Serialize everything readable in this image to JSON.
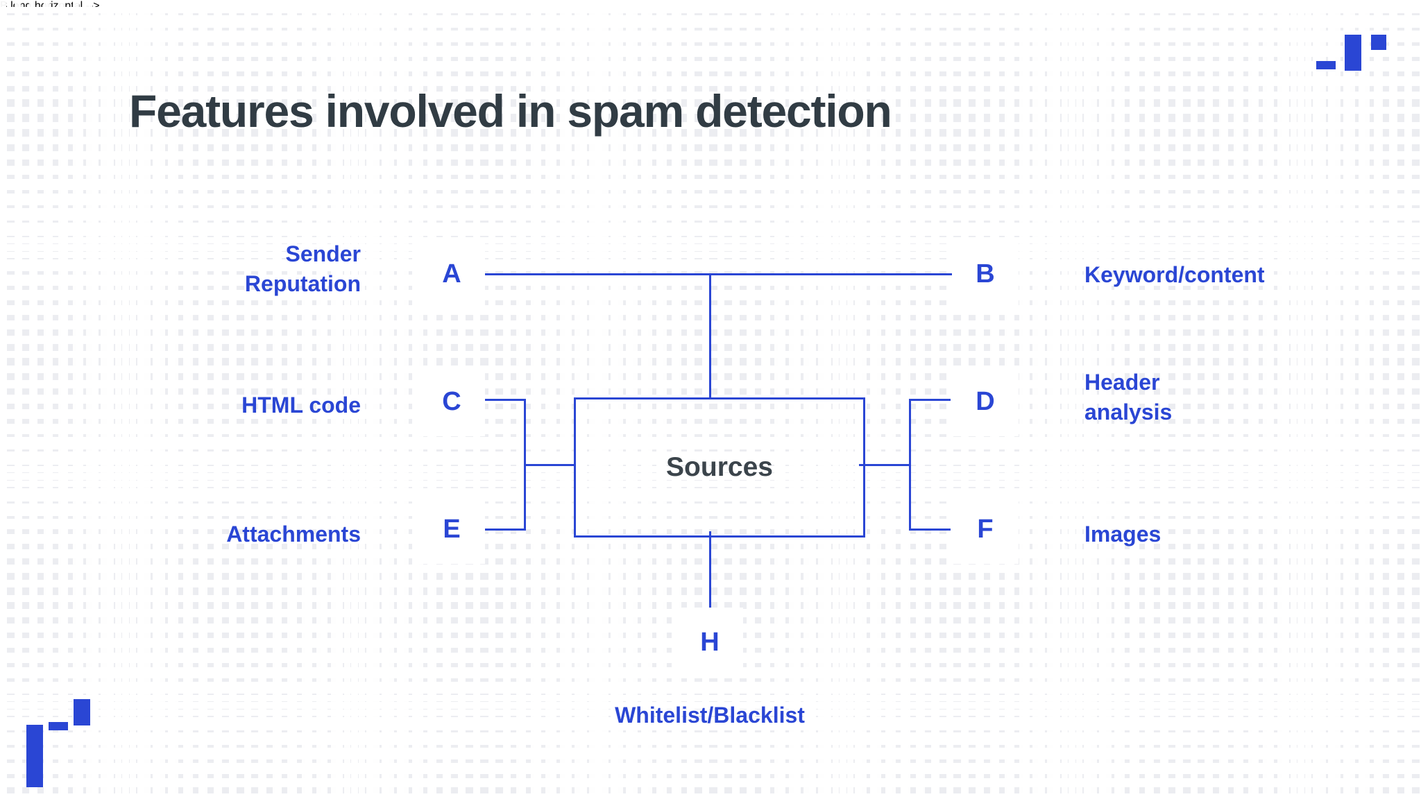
{
  "page": {
    "title": "Features involved in spam detection",
    "background_color": "#ecedf1",
    "accent_color": "#2a46d4",
    "title_color": "#313c44"
  },
  "diagram": {
    "center": {
      "id": "center",
      "label": "Sources"
    },
    "nodes": [
      {
        "key": "A",
        "label": "Sender\nReputation",
        "label_line1": "Sender",
        "label_line2": "Reputation",
        "side": "left"
      },
      {
        "key": "C",
        "label": "HTML code",
        "label_line1": "HTML code",
        "label_line2": "",
        "side": "left"
      },
      {
        "key": "E",
        "label": "Attachments",
        "label_line1": "Attachments",
        "label_line2": "",
        "side": "left"
      },
      {
        "key": "B",
        "label": "Keyword/content",
        "label_line1": "Keyword/content",
        "label_line2": "",
        "side": "right"
      },
      {
        "key": "D",
        "label": "Header\nanalysis",
        "label_line1": "Header",
        "label_line2": "analysis",
        "side": "right"
      },
      {
        "key": "F",
        "label": "Images",
        "label_line1": "Images",
        "label_line2": "",
        "side": "right"
      },
      {
        "key": "H",
        "label": "Whitelist/Blacklist",
        "label_line1": "Whitelist/Blacklist",
        "label_line2": "",
        "side": "bottom"
      }
    ],
    "node_letters": {
      "a": "A",
      "b": "B",
      "c": "C",
      "d": "D",
      "e": "E",
      "f": "F",
      "h": "H"
    },
    "labels": {
      "sender_line1": "Sender",
      "sender_line2": "Reputation",
      "html_code": "HTML code",
      "attachments": "Attachments",
      "keyword_content": "Keyword/content",
      "header_line1": "Header",
      "header_line2": "analysis",
      "images": "Images",
      "whitelist_blacklist": "Whitelist/Blacklist"
    }
  },
  "decorations": {
    "top_right": "bar-cluster-decoration",
    "bottom_left": "bar-cluster-decoration"
  }
}
